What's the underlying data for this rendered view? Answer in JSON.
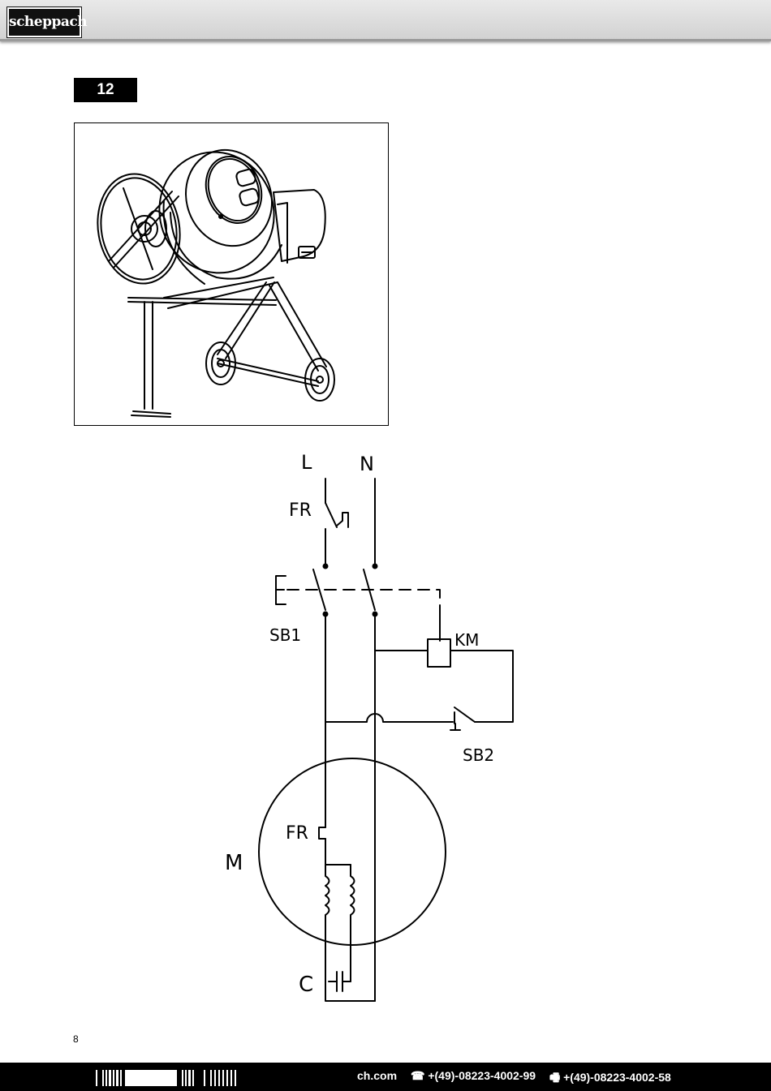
{
  "header": {
    "logo_text": "scheppach"
  },
  "figure": {
    "number": "12"
  },
  "schematic": {
    "labels": {
      "L": "L",
      "N": "N",
      "FR_top": "FR",
      "SB1": "SB1",
      "KM": "KM",
      "SB2": "SB2",
      "M": "M",
      "FR_motor": "FR",
      "C": "C"
    }
  },
  "page": {
    "number": "8"
  },
  "footer": {
    "web": "ch.com",
    "tel": "☎ +(49)-08223-4002-99",
    "fax": "🖷 +(49)-08223-4002-58"
  },
  "icons": {
    "mixer": "cement-mixer-illustration",
    "phone": "phone-icon",
    "fax": "fax-icon"
  }
}
